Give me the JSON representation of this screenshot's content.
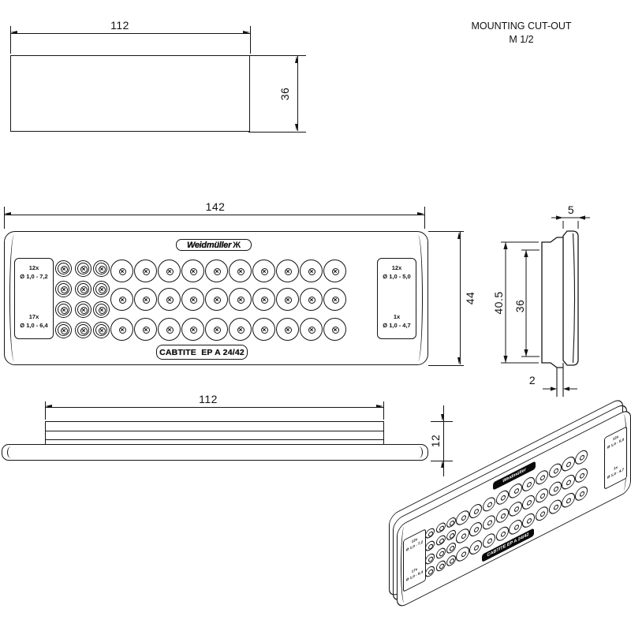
{
  "title_block": {
    "line1": "MOUNTING CUT-OUT",
    "line2": "M 1/2"
  },
  "views": {
    "cutout": {
      "width_dim": "112",
      "height_dim": "36"
    },
    "front": {
      "width_dim": "142",
      "height_dim": "44",
      "logo_text": "Weidmüller",
      "logo_mark": "Ж",
      "left_label": {
        "top_count": "12x",
        "top_range": "Ø 1,0 - 7,2",
        "bottom_count": "17x",
        "bottom_range": "Ø 1,0 - 6,4"
      },
      "right_label": {
        "top_count": "12x",
        "top_range": "Ø 1,0 - 5,0",
        "bottom_count": "1x",
        "bottom_range": "Ø 1,0 - 4,7"
      },
      "product_label": "CABTITE  EP A 24/42",
      "grommets": {
        "small_grid": {
          "cols": [
            74,
            99,
            122
          ],
          "rows": [
            46,
            72,
            98,
            124
          ],
          "outer_d": 21,
          "inner_d": 15
        },
        "large_grid": {
          "col_start": 148,
          "col_step": 30,
          "col_count": 10,
          "rows": [
            49,
            85,
            123
          ],
          "outer_d": 29
        }
      }
    },
    "side": {
      "flange_dim": "5",
      "height_dim": "40.5",
      "inner_dim": "36",
      "panel_dim": "2"
    },
    "bottom": {
      "width_dim": "112",
      "height_dim": "12"
    }
  }
}
